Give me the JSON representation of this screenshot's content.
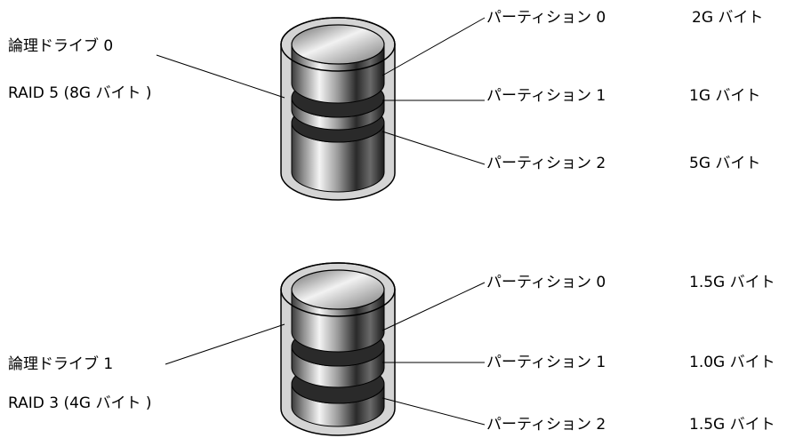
{
  "drives": [
    {
      "name": "論理ドライブ 0",
      "raid": "RAID 5 (8G バイト )",
      "partitions": [
        {
          "label": "パーティション 0",
          "size": "2G バイト"
        },
        {
          "label": "パーティション 1",
          "size": "1G バイト"
        },
        {
          "label": "パーティション 2",
          "size": "5G バイト"
        }
      ]
    },
    {
      "name": "論理ドライブ 1",
      "raid": "RAID 3 (4G バイト )",
      "partitions": [
        {
          "label": "パーティション 0",
          "size": "1.5G バイト"
        },
        {
          "label": "パーティション 1",
          "size": "1.0G バイト"
        },
        {
          "label": "パーティション 2",
          "size": "1.5G バイト"
        }
      ]
    }
  ]
}
